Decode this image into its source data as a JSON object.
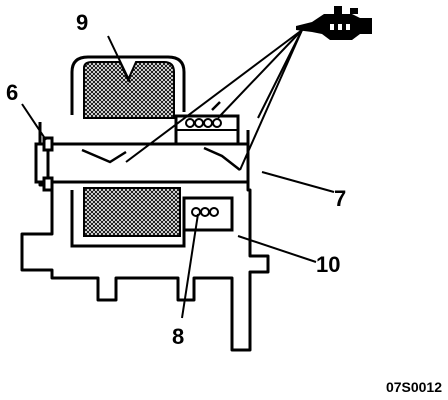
{
  "diagram": {
    "callouts": [
      {
        "id": "9",
        "label": "9"
      },
      {
        "id": "6",
        "label": "6"
      },
      {
        "id": "7",
        "label": "7"
      },
      {
        "id": "10",
        "label": "10"
      },
      {
        "id": "8",
        "label": "8"
      }
    ],
    "figure_code": "07S0012",
    "icons": [
      "gun-oil-can-icon"
    ],
    "colors": {
      "ink": "#000000",
      "paper": "#ffffff"
    }
  }
}
